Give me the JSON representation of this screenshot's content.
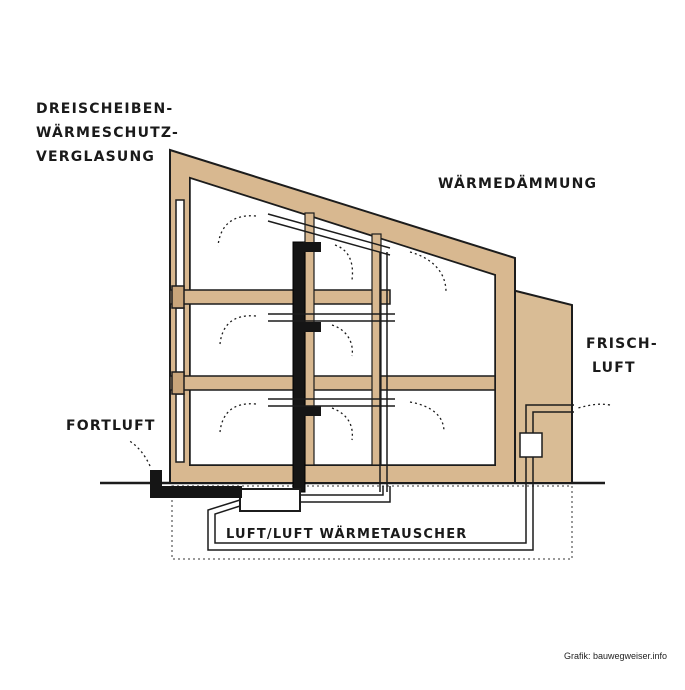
{
  "labels": {
    "glazing_line1": "DREISCHEIBEN-",
    "glazing_line2": "WÄRMESCHUTZ-",
    "glazing_line3": "VERGLASUNG",
    "insulation": "WÄRMEDÄMMUNG",
    "fresh_air_line1": "FRISCH-",
    "fresh_air_line2": "LUFT",
    "exhaust_air": "FORTLUFT",
    "heat_exchanger": "LUFT/LUFT WÄRMETAUSCHER"
  },
  "credit": "Grafik: bauwegweiser.info",
  "colors": {
    "wood": "#d8b890",
    "wood_dark": "#c9a57a",
    "line": "#1c1c1c",
    "duct_black": "#151515"
  }
}
